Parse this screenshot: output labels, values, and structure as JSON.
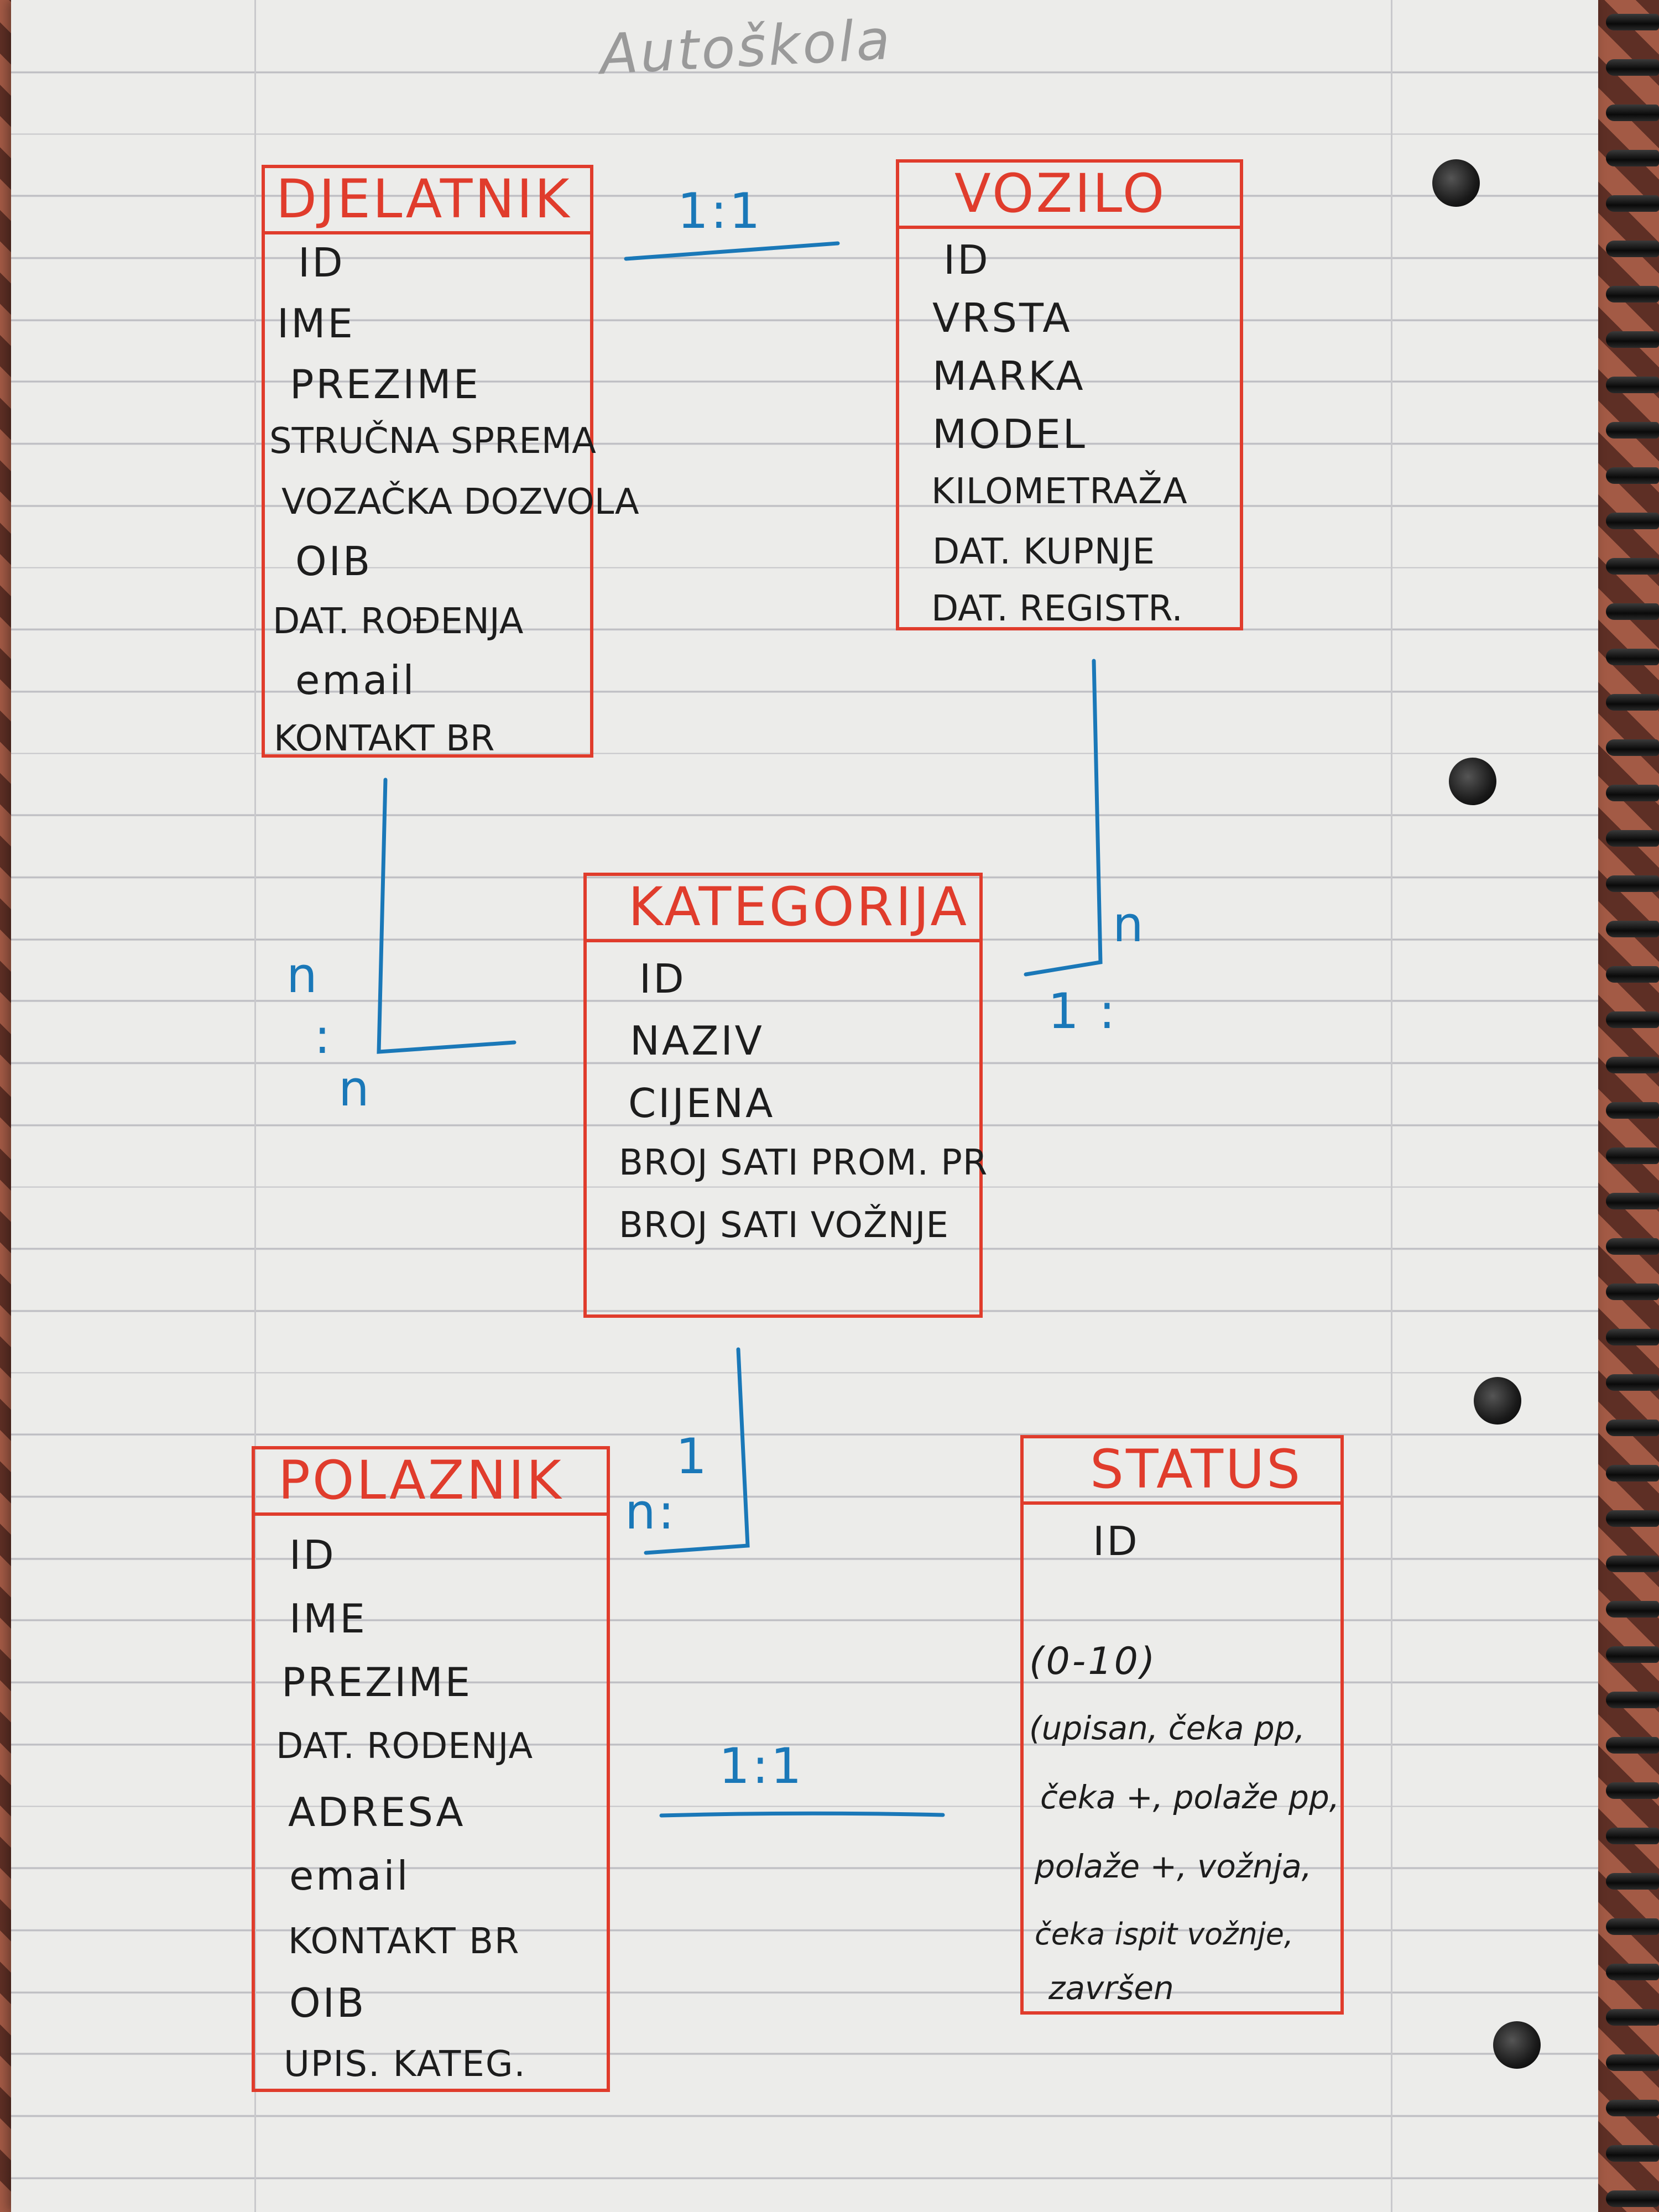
{
  "title": "Autoškola",
  "entities": {
    "djelatnik": {
      "name": "DJELATNIK",
      "attributes": [
        "ID",
        "IME",
        "PREZIME",
        "STRUČNA SPREMA",
        "VOZAČKA DOZVOLA",
        "OIB",
        "DAT. ROĐENJA",
        "email",
        "KONTAKT BR"
      ]
    },
    "vozilo": {
      "name": "VOZILO",
      "attributes": [
        "ID",
        "VRSTA",
        "MARKA",
        "MODEL",
        "KILOMETRAŽA",
        "DAT. KUPNJE",
        "DAT. REGISTR."
      ]
    },
    "kategorija": {
      "name": "KATEGORIJA",
      "attributes": [
        "ID",
        "NAZIV",
        "CIJENA",
        "BROJ SATI PROM. PR",
        "BROJ SATI VOŽNJE"
      ]
    },
    "polaznik": {
      "name": "POLAZNIK",
      "attributes": [
        "ID",
        "IME",
        "PREZIME",
        "DAT. RODENJA",
        "ADRESA",
        "email",
        "KONTAKT BR",
        "OIB",
        "UPIS. KATEG."
      ]
    },
    "status": {
      "name": "STATUS",
      "attributes": [
        "ID"
      ],
      "notes": [
        "(0-10)",
        "(upisan, čeka pp,",
        "čeka +, polaže pp,",
        "polaže +, vožnja,",
        "čeka ispit vožnje,",
        "završen"
      ]
    }
  },
  "relationships": {
    "djelatnik_vozilo": "1:1",
    "djelatnik_kategorija_top": "n",
    "djelatnik_kategorija_colon": ":",
    "djelatnik_kategorija_bottom": "n",
    "vozilo_kategorija_n": "n",
    "vozilo_kategorija_one": "1 :",
    "kategorija_polaznik_one": "1",
    "kategorija_polaznik_n": "n:",
    "polaznik_status": "1:1"
  },
  "colors": {
    "entity_border": "#e03c2c",
    "relationship": "#1a78b8",
    "ink": "#1d1d1d",
    "pencil": "#9a9a9a"
  }
}
